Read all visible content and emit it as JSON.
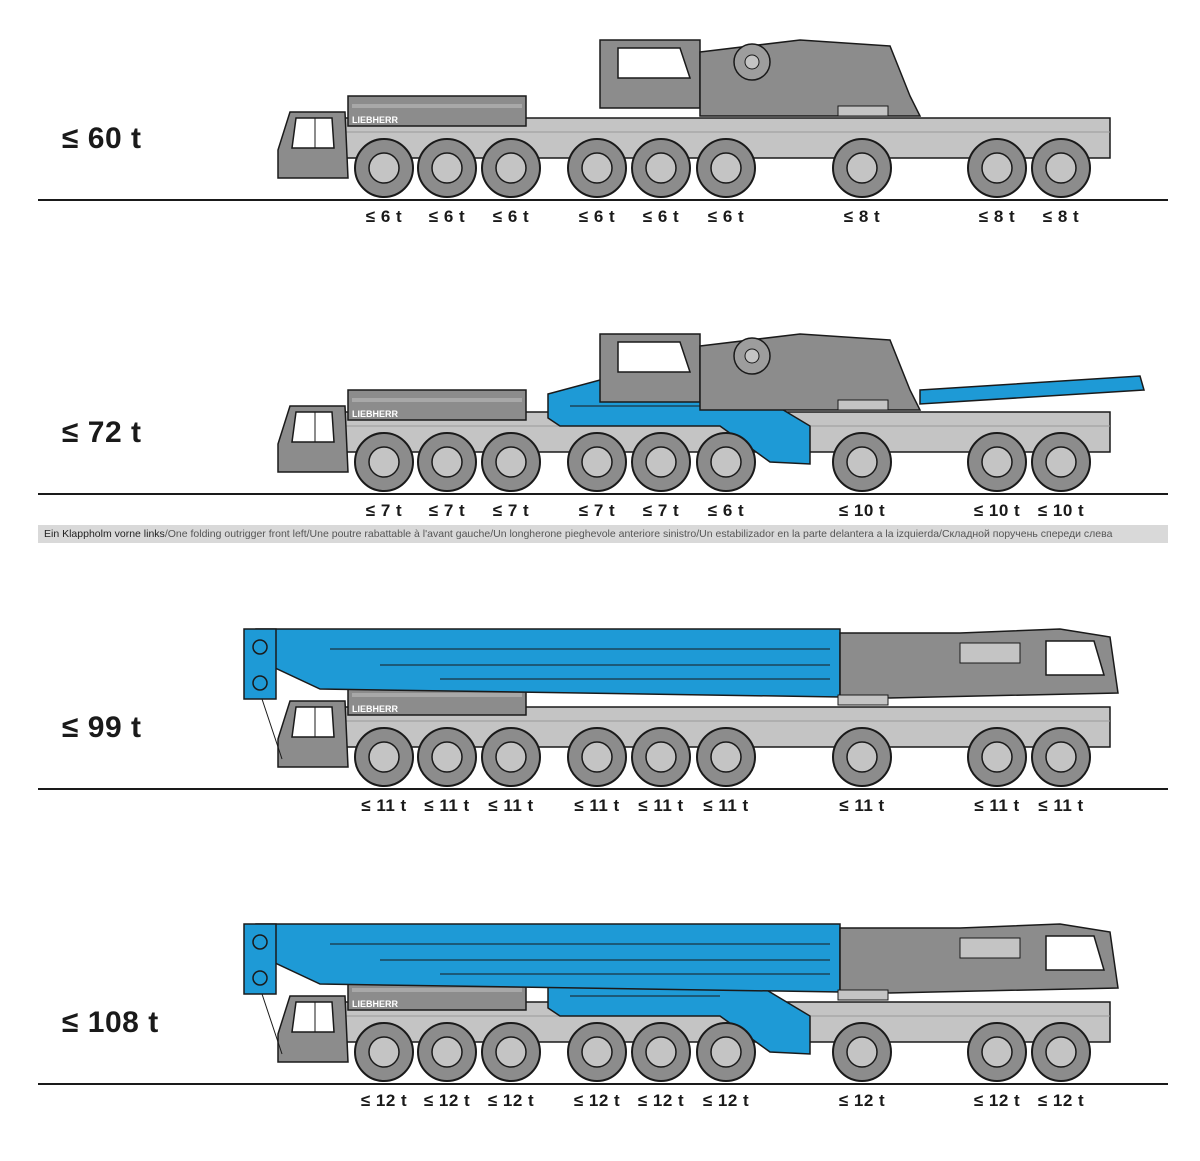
{
  "configs": [
    {
      "weight": "≤ 60 t",
      "axles": [
        "≤ 6 t",
        "≤ 6 t",
        "≤ 6 t",
        "≤ 6 t",
        "≤ 6 t",
        "≤ 6 t",
        "≤ 8 t",
        "≤ 8 t",
        "≤ 8 t"
      ]
    },
    {
      "weight": "≤ 72 t",
      "axles": [
        "≤ 7 t",
        "≤ 7 t",
        "≤ 7 t",
        "≤ 7 t",
        "≤ 7 t",
        "≤ 6 t",
        "≤ 10 t",
        "≤ 10 t",
        "≤ 10 t"
      ]
    },
    {
      "weight": "≤ 99 t",
      "axles": [
        "≤ 11 t",
        "≤ 11 t",
        "≤ 11 t",
        "≤ 11 t",
        "≤ 11 t",
        "≤ 11 t",
        "≤ 11 t",
        "≤ 11 t",
        "≤ 11 t"
      ]
    },
    {
      "weight": "≤ 108 t",
      "axles": [
        "≤ 12 t",
        "≤ 12 t",
        "≤ 12 t",
        "≤ 12 t",
        "≤ 12 t",
        "≤ 12 t",
        "≤ 12 t",
        "≤ 12 t",
        "≤ 12 t"
      ]
    }
  ],
  "brand": "LIEBHERR",
  "note": {
    "de": "Ein Klappholm vorne links",
    "translations": "/One folding outrigger front left/Une poutre rabattable à l'avant gauche/Un longherone pieghevole anteriore sinistro/Un estabilizador en la parte delantera a la izquierda/Складной поручень спереди слева"
  },
  "colors": {
    "boom_blue": "#1e9ad6",
    "body_gray": "#8c8c8c",
    "light_gray": "#c4c4c4",
    "ink": "#1a1a1a"
  }
}
